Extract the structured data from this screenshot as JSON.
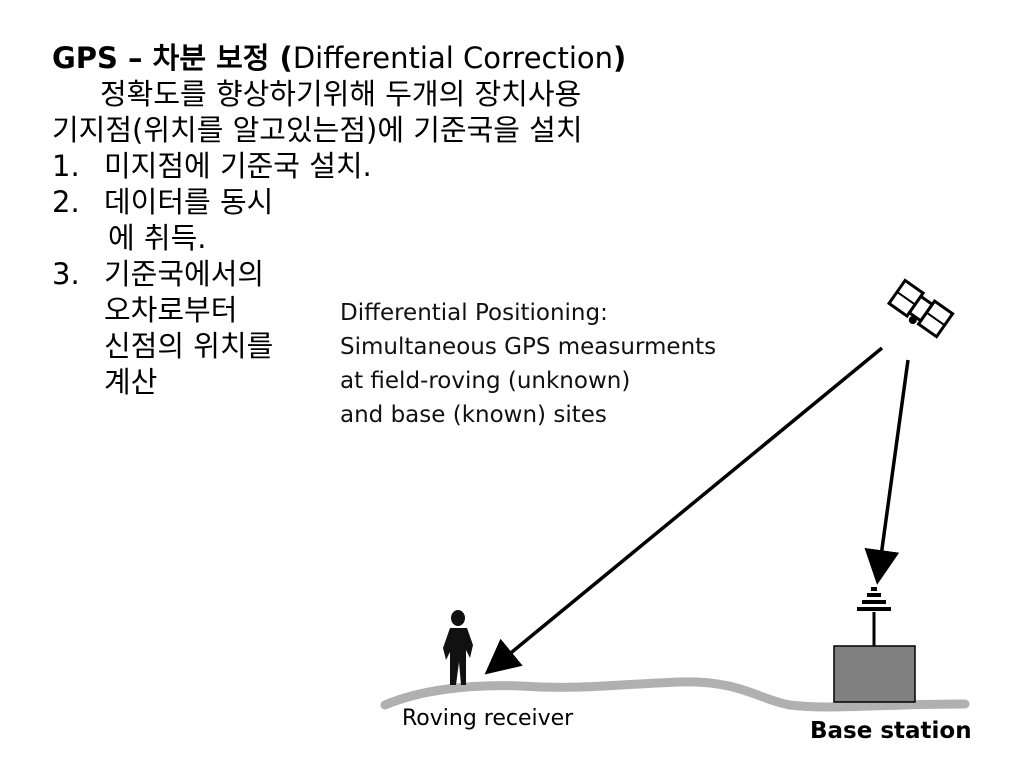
{
  "text": {
    "title_bold_1": "GPS – 차분 보정 (",
    "title_regular": "Differential Correction",
    "title_bold_2": ")",
    "line_1": "정확도를 향상하기위해 두개의 장치사용",
    "line_2": "기지점(위치를 알고있는점)에 기준국을 설치",
    "items": [
      {
        "num": "1.",
        "lines": [
          "미지점에 기준국 설치."
        ]
      },
      {
        "num": "2.",
        "lines": [
          "데이터를 동시",
          " 에 취득."
        ]
      },
      {
        "num": "3.",
        "lines": [
          "기준국에서의",
          "오차로부터",
          "신점의 위치를",
          "계산"
        ]
      }
    ]
  },
  "figure": {
    "caption_lines": [
      "Differential Positioning:",
      "Simultaneous GPS measurments",
      "at field-roving (unknown)",
      "and base (known) sites"
    ],
    "rover_label": "Roving receiver",
    "base_label": "Base station",
    "ground_color": "#b0b0b0",
    "base_box_color": "#808080"
  }
}
